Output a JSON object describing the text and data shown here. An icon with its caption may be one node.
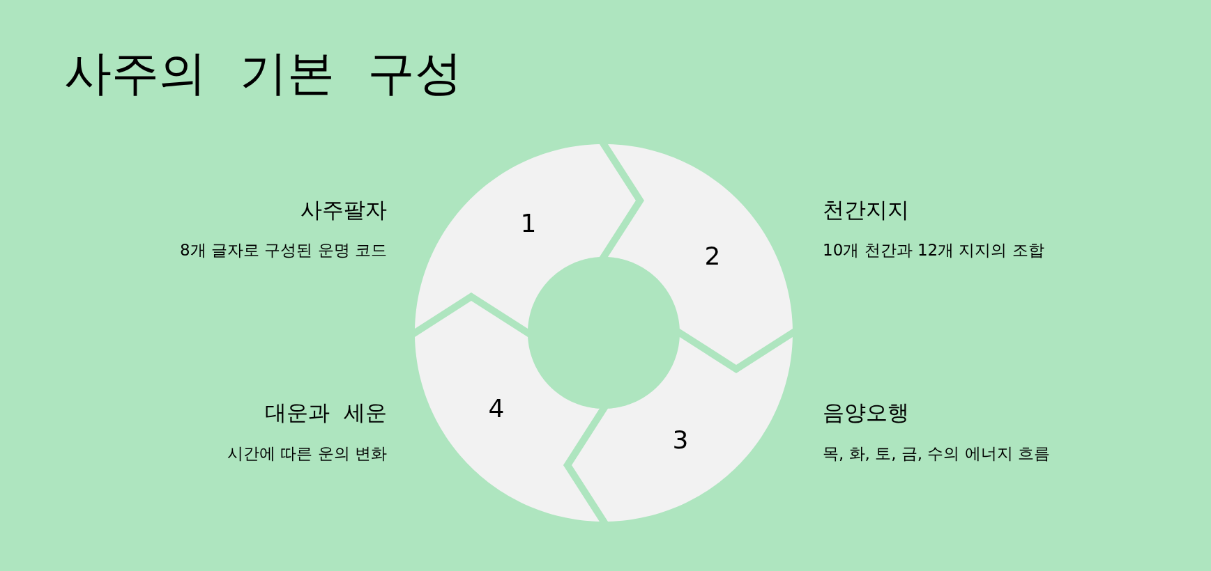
{
  "diagram": {
    "title": "사주의 기본 구성",
    "nodes": [
      {
        "text": [
          "1"
        ],
        "beside": [
          "사주팔자",
          "8개 글자로 구성된 운명 코드"
        ]
      },
      {
        "text": [
          "2"
        ],
        "beside": [
          "천간지지",
          "10개 천간과 12개 지지의 조합"
        ]
      },
      {
        "text": [
          "3"
        ],
        "beside": [
          "음양오행",
          "목, 화, 토, 금, 수의 에너지 흐름"
        ]
      },
      {
        "text": [
          "4"
        ],
        "beside": [
          "대운과 세운",
          "시간에 따른 운의 변화"
        ]
      }
    ]
  }
}
